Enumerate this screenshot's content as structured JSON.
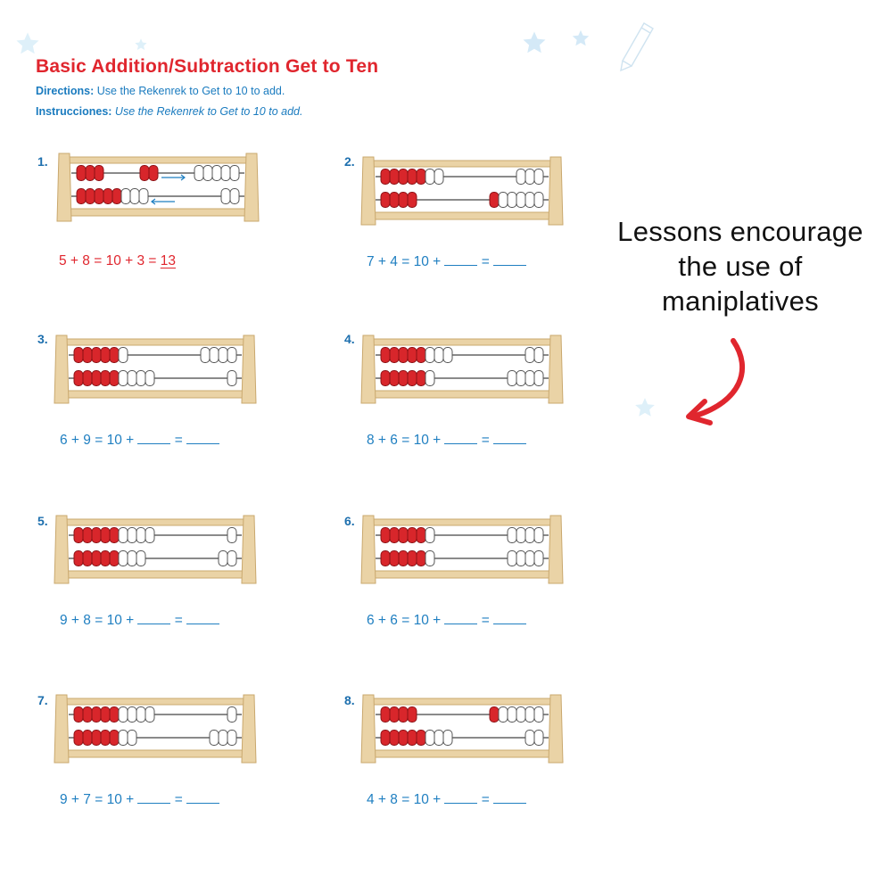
{
  "worksheet": {
    "title": "Basic Addition/Subtraction Get to Ten",
    "directions_label": "Directions:",
    "directions_text": "Use the Rekenrek to Get to 10 to add.",
    "instrucciones_label": "Instrucciones:",
    "instrucciones_text": "Use the Rekenrek to Get to 10 to add."
  },
  "problems": [
    {
      "number": "1.",
      "equation": "5 + 8 = 10 + 3 = ",
      "answer": "13",
      "example": true,
      "rekenrek": {
        "top": [
          {
            "c": "r",
            "n": 3
          },
          {
            "g": true
          },
          {
            "c": "r",
            "n": 2
          },
          {
            "arrow": "right"
          },
          {
            "c": "w",
            "n": 5
          }
        ],
        "bottom": [
          {
            "c": "r",
            "n": 5
          },
          {
            "c": "w",
            "n": 3
          },
          {
            "arrow": "left"
          },
          {
            "c": "w",
            "n": 2
          }
        ]
      }
    },
    {
      "number": "2.",
      "equation_a": "7 + 4 = 10 + ",
      "equation_b": " = ",
      "rekenrek": {
        "top": [
          {
            "c": "r",
            "n": 5
          },
          {
            "c": "w",
            "n": 2
          },
          {
            "g": true
          },
          {
            "c": "w",
            "n": 3
          }
        ],
        "bottom": [
          {
            "c": "r",
            "n": 4
          },
          {
            "g": true
          },
          {
            "c": "r",
            "n": 1
          },
          {
            "c": "w",
            "n": 5
          }
        ]
      }
    },
    {
      "number": "3.",
      "equation_a": "6 + 9 = 10 + ",
      "equation_b": " = ",
      "rekenrek": {
        "top": [
          {
            "c": "r",
            "n": 5
          },
          {
            "c": "w",
            "n": 1
          },
          {
            "g": true
          },
          {
            "c": "w",
            "n": 4
          }
        ],
        "bottom": [
          {
            "c": "r",
            "n": 5
          },
          {
            "c": "w",
            "n": 4
          },
          {
            "g": true
          },
          {
            "c": "w",
            "n": 1
          }
        ]
      }
    },
    {
      "number": "4.",
      "equation_a": "8 + 6 = 10 + ",
      "equation_b": " = ",
      "rekenrek": {
        "top": [
          {
            "c": "r",
            "n": 5
          },
          {
            "c": "w",
            "n": 3
          },
          {
            "g": true
          },
          {
            "c": "w",
            "n": 2
          }
        ],
        "bottom": [
          {
            "c": "r",
            "n": 5
          },
          {
            "c": "w",
            "n": 1
          },
          {
            "g": true
          },
          {
            "c": "w",
            "n": 4
          }
        ]
      }
    },
    {
      "number": "5.",
      "equation_a": "9 + 8 = 10 + ",
      "equation_b": " = ",
      "rekenrek": {
        "top": [
          {
            "c": "r",
            "n": 5
          },
          {
            "c": "w",
            "n": 4
          },
          {
            "g": true
          },
          {
            "c": "w",
            "n": 1
          }
        ],
        "bottom": [
          {
            "c": "r",
            "n": 5
          },
          {
            "c": "w",
            "n": 3
          },
          {
            "g": true
          },
          {
            "c": "w",
            "n": 2
          }
        ]
      }
    },
    {
      "number": "6.",
      "equation_a": "6 + 6 = 10 + ",
      "equation_b": " = ",
      "rekenrek": {
        "top": [
          {
            "c": "r",
            "n": 5
          },
          {
            "c": "w",
            "n": 1
          },
          {
            "g": true
          },
          {
            "c": "w",
            "n": 4
          }
        ],
        "bottom": [
          {
            "c": "r",
            "n": 5
          },
          {
            "c": "w",
            "n": 1
          },
          {
            "g": true
          },
          {
            "c": "w",
            "n": 4
          }
        ]
      }
    },
    {
      "number": "7.",
      "equation_a": "9 + 7 = 10 + ",
      "equation_b": " = ",
      "rekenrek": {
        "top": [
          {
            "c": "r",
            "n": 5
          },
          {
            "c": "w",
            "n": 4
          },
          {
            "g": true
          },
          {
            "c": "w",
            "n": 1
          }
        ],
        "bottom": [
          {
            "c": "r",
            "n": 5
          },
          {
            "c": "w",
            "n": 2
          },
          {
            "g": true
          },
          {
            "c": "w",
            "n": 3
          }
        ]
      }
    },
    {
      "number": "8.",
      "equation_a": "4 + 8 = 10 + ",
      "equation_b": " = ",
      "rekenrek": {
        "top": [
          {
            "c": "r",
            "n": 4
          },
          {
            "g": true
          },
          {
            "c": "r",
            "n": 1
          },
          {
            "c": "w",
            "n": 5
          }
        ],
        "bottom": [
          {
            "c": "r",
            "n": 5
          },
          {
            "c": "w",
            "n": 3
          },
          {
            "g": true
          },
          {
            "c": "w",
            "n": 2
          }
        ]
      }
    }
  ],
  "callout": {
    "line1": "Lessons encourage",
    "line2": "the use of",
    "line3": "maniplatives"
  },
  "colors": {
    "title_red": "#e0262e",
    "text_blue": "#1f7fc1",
    "bead_red": "#d8262b",
    "bead_white": "#ffffff",
    "wood": "#ead3a6",
    "wood_dark": "#c9a86e",
    "arrow_red": "#e0262e"
  },
  "icons": [
    "star-icon",
    "pencil-icon",
    "curved-arrow-icon"
  ]
}
